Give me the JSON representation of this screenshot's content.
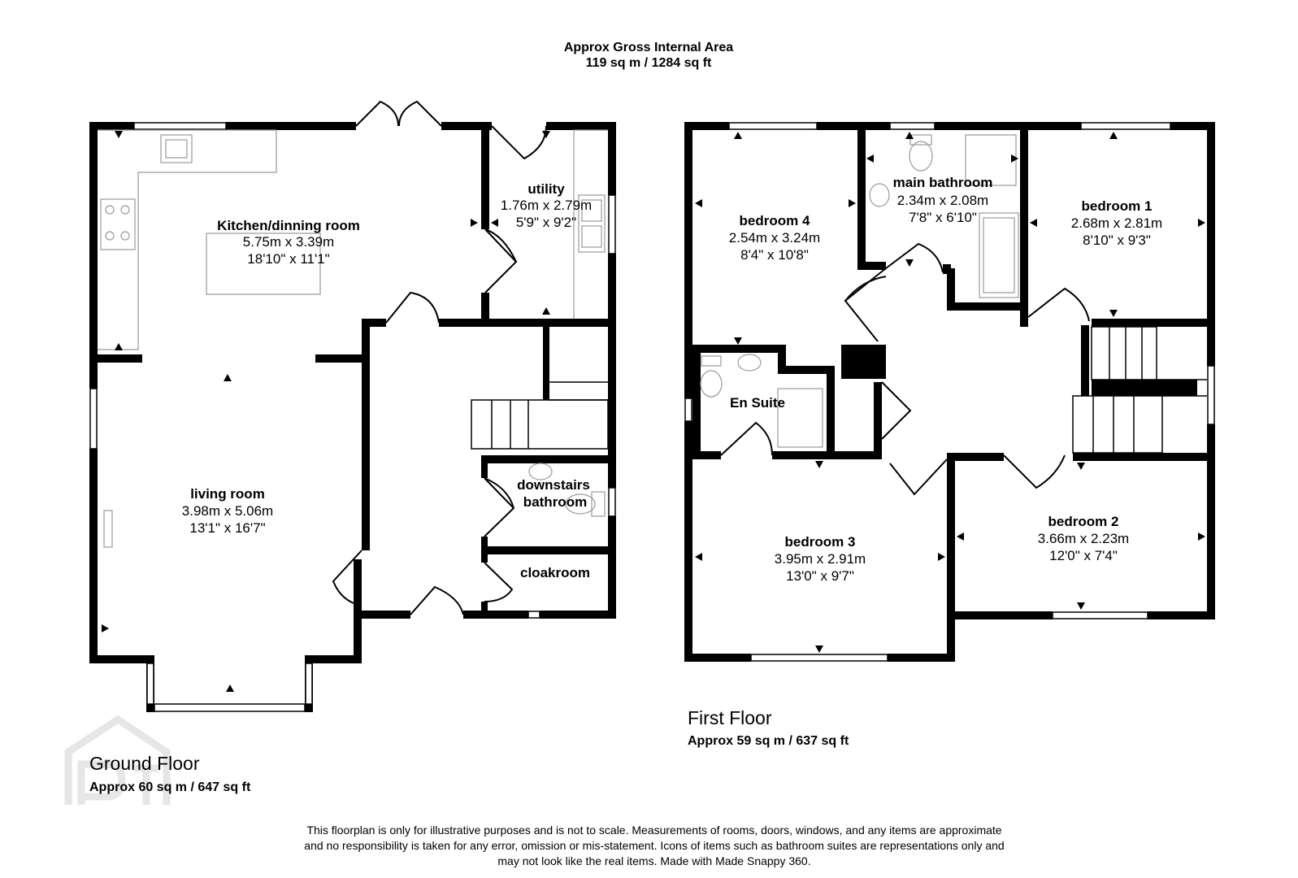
{
  "header": {
    "title": "Approx Gross Internal Area",
    "area": "119 sq m / 1284 sq ft"
  },
  "ground_floor": {
    "name": "Ground Floor",
    "area": "Approx 60 sq m / 647 sq ft",
    "rooms": {
      "kitchen": {
        "name": "Kitchen/dinning room",
        "metric": "5.75m x 3.39m",
        "imperial": "18'10\" x 11'1\""
      },
      "utility": {
        "name": "utility",
        "metric": "1.76m x 2.79m",
        "imperial": "5'9\" x 9'2\""
      },
      "living": {
        "name": "living room",
        "metric": "3.98m x 5.06m",
        "imperial": "13'1\" x 16'7\""
      },
      "downstairs_bathroom": {
        "name_line1": "downstairs",
        "name_line2": "bathroom"
      },
      "cloakroom": {
        "name": "cloakroom"
      }
    }
  },
  "first_floor": {
    "name": "First Floor",
    "area": "Approx 59 sq m / 637 sq ft",
    "rooms": {
      "bedroom4": {
        "name": "bedroom 4",
        "metric": "2.54m x 3.24m",
        "imperial": "8'4\" x 10'8\""
      },
      "main_bathroom": {
        "name": "main bathroom",
        "metric": "2.34m x 2.08m",
        "imperial": "7'8\" x 6'10\""
      },
      "bedroom1": {
        "name": "bedroom 1",
        "metric": "2.68m x 2.81m",
        "imperial": "8'10\" x 9'3\""
      },
      "en_suite": {
        "name": "En Suite"
      },
      "bedroom3": {
        "name": "bedroom 3",
        "metric": "3.95m x 2.91m",
        "imperial": "13'0\" x 9'7\""
      },
      "bedroom2": {
        "name": "bedroom 2",
        "metric": "3.66m x 2.23m",
        "imperial": "12'0\" x 7'4\""
      }
    }
  },
  "disclaimer": {
    "line1": "This floorplan is only for illustrative purposes and is not to scale. Measurements of rooms, doors, windows, and any items are approximate",
    "line2": "and no responsibility is taken for any error, omission or mis-statement. Icons of items such as bathroom suites are representations only and",
    "line3": "may not look like the real items. Made with Made Snappy 360."
  },
  "colors": {
    "wall": "#000000",
    "fixture": "#9a9a9a",
    "watermark": "#e8e8e8"
  }
}
